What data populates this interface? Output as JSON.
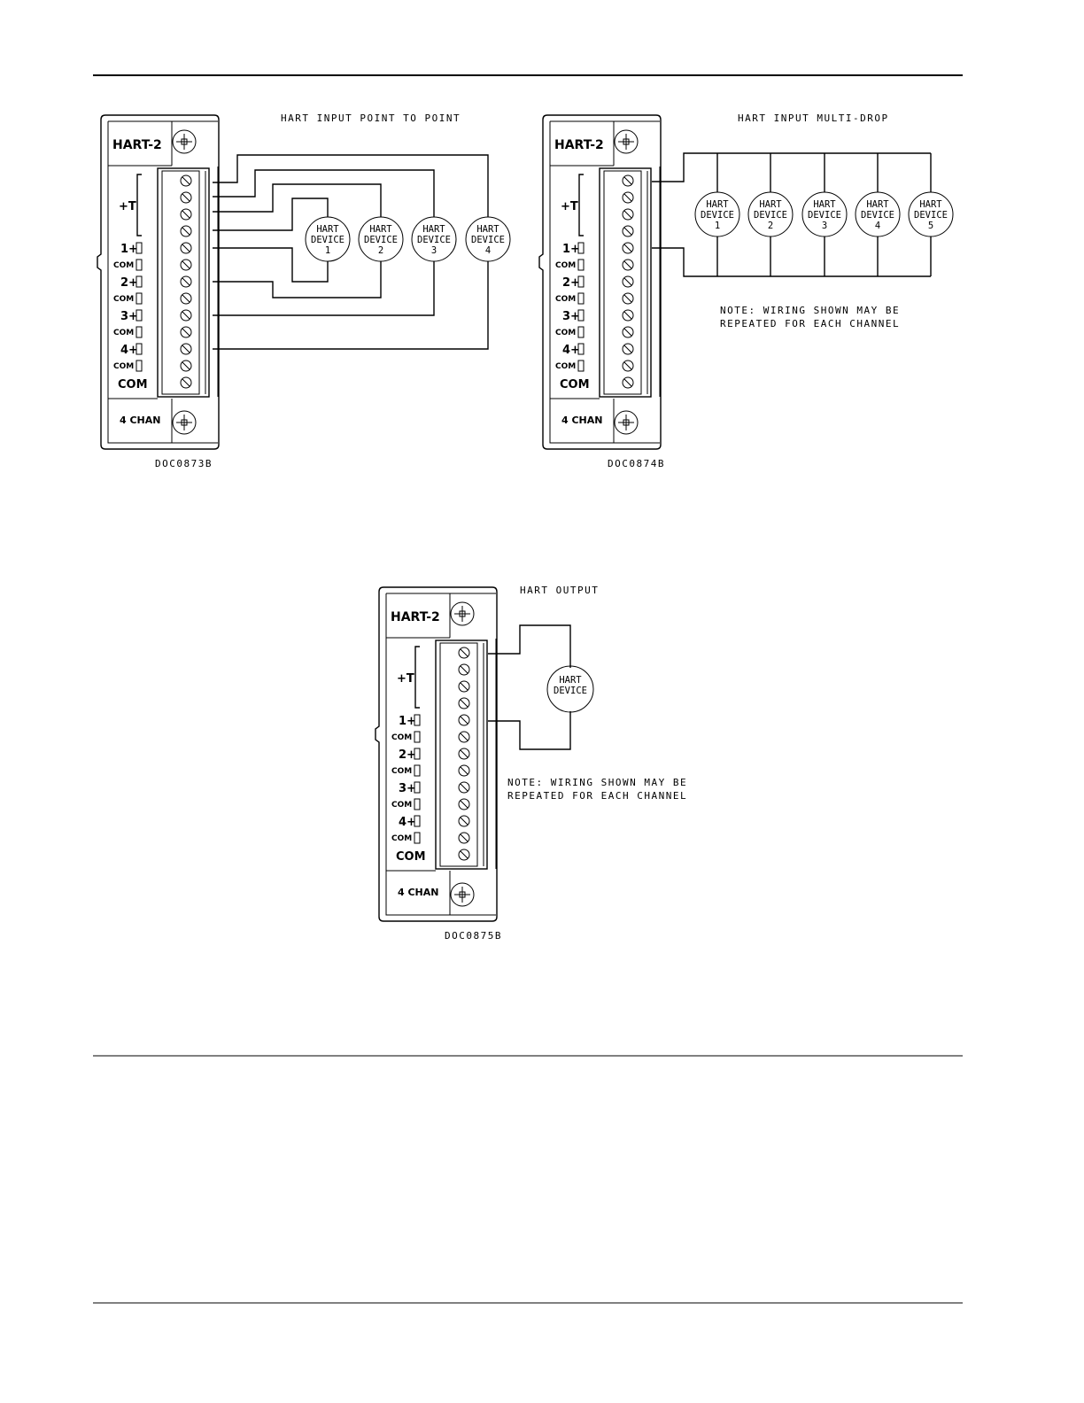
{
  "module": {
    "name": "HART-2",
    "footer": "4 CHAN",
    "tmark": "+T",
    "terminals": [
      "1+",
      "COM",
      "2+",
      "COM",
      "3+",
      "COM",
      "4+",
      "COM",
      "COM"
    ]
  },
  "device_word_1": "HART",
  "device_word_2": "DEVICE",
  "diagrams": [
    {
      "title": "HART INPUT POINT TO POINT",
      "code": "DOC0873B",
      "devices": [
        "1",
        "2",
        "3",
        "4"
      ]
    },
    {
      "title": "HART INPUT MULTI-DROP",
      "code": "DOC0874B",
      "devices": [
        "1",
        "2",
        "3",
        "4",
        "5"
      ],
      "note_1": "NOTE: WIRING SHOWN MAY BE",
      "note_2": "REPEATED FOR EACH CHANNEL"
    },
    {
      "title": "HART OUTPUT",
      "code": "DOC0875B",
      "note_1": "NOTE: WIRING SHOWN MAY BE",
      "note_2": "REPEATED FOR EACH CHANNEL"
    }
  ]
}
